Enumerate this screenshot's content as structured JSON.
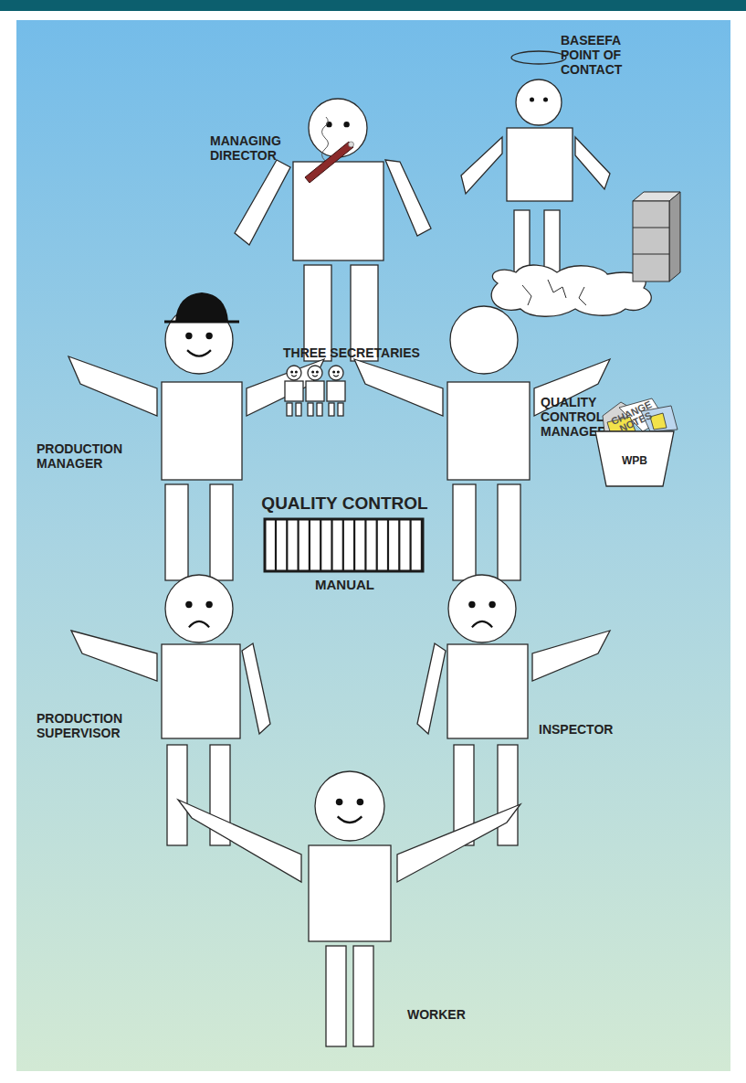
{
  "diagram": {
    "nodes": [
      {
        "text": [
          "MANAGING DIRECTOR"
        ]
      },
      {
        "text": [
          "BASEEFA POINT OF CONTACT"
        ]
      },
      {
        "text": [
          "PRODUCTION MANAGER"
        ]
      },
      {
        "text": [
          "THREE SECRETARIES"
        ]
      },
      {
        "text": [
          "QUALITY CONTROL MANAGER"
        ]
      },
      {
        "text": [
          "CHANGE NOTES",
          "WPB"
        ]
      },
      {
        "text": [
          "QUALITY CONTROL",
          "MANUAL"
        ]
      },
      {
        "text": [
          "PRODUCTION SUPERVISOR"
        ]
      },
      {
        "text": [
          "INSPECTOR"
        ]
      },
      {
        "text": [
          "WORKER"
        ]
      }
    ]
  }
}
